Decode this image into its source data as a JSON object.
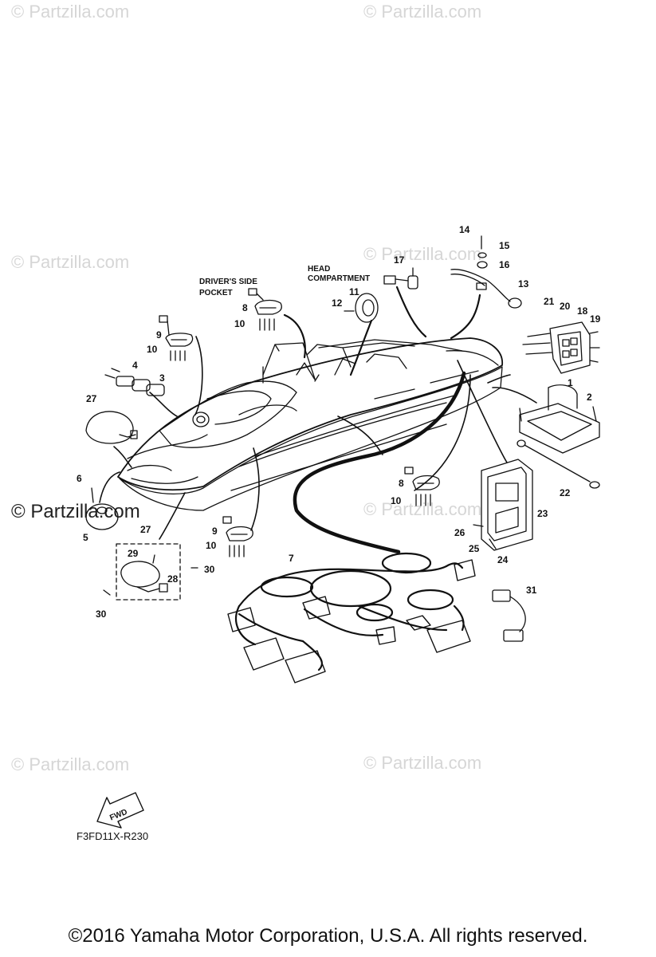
{
  "watermarks": [
    "© Partzilla.com",
    "© Partzilla.com",
    "© Partzilla.com",
    "© Partzilla.com",
    "© Partzilla.com",
    "© Partzilla.com",
    "© Partzilla.com",
    "© Partzilla.com"
  ],
  "labels": {
    "drivers_side_pocket_1": "DRIVER'S SIDE",
    "drivers_side_pocket_2": "POCKET",
    "head_compartment_1": "HEAD",
    "head_compartment_2": "COMPARTMENT",
    "fwd": "FWD"
  },
  "callouts": [
    "14",
    "15",
    "16",
    "17",
    "11",
    "12",
    "13",
    "8",
    "10",
    "21",
    "20",
    "18",
    "19",
    "9",
    "10",
    "4",
    "3",
    "1",
    "2",
    "27",
    "22",
    "6",
    "8",
    "10",
    "23",
    "27",
    "26",
    "25",
    "5",
    "9",
    "10",
    "24",
    "29",
    "28",
    "30",
    "30",
    "7",
    "31"
  ],
  "diagram_code": "F3FD11X-R230",
  "copyright": "©2016  Yamaha Motor Corporation, U.S.A. All rights reserved."
}
